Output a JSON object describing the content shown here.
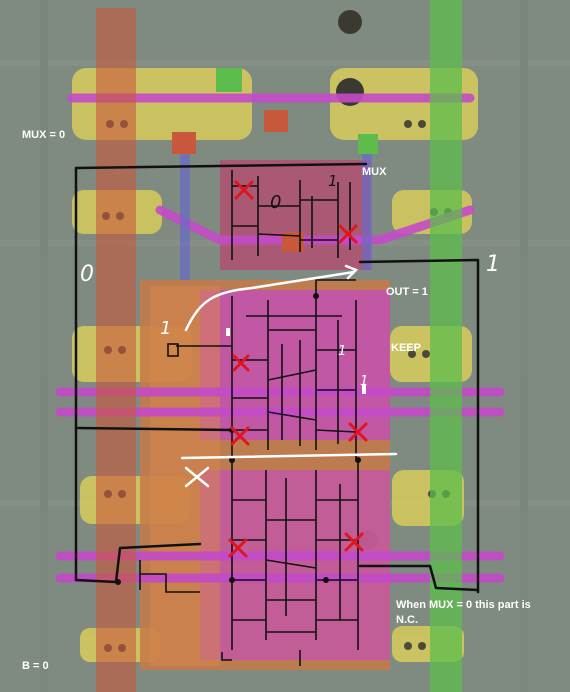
{
  "labels": {
    "mux_eq": "MUX = 0",
    "mux": "MUX",
    "out_eq": "OUT = 1",
    "keep": "KEEP",
    "b_eq": "B = 0",
    "note": "When MUX = 0 this part is N.C."
  },
  "handwritten": {
    "left_zero": "0",
    "right_one": "1",
    "input_one": "1",
    "mux_zero": "0",
    "mux_one": "1",
    "keep_one_a": "1",
    "keep_one_b": "1"
  },
  "colors": {
    "background": "#7f8a80",
    "poly_red": "#c8583c",
    "metal_green": "#5cbc4c",
    "diffusion_yellow": "#d8cc5c",
    "metal_magenta": "#c44ac8",
    "wire_black": "#111111",
    "wire_white": "#ffffff",
    "mark_red": "#e0141c",
    "via_blue": "#6a6ac8"
  }
}
